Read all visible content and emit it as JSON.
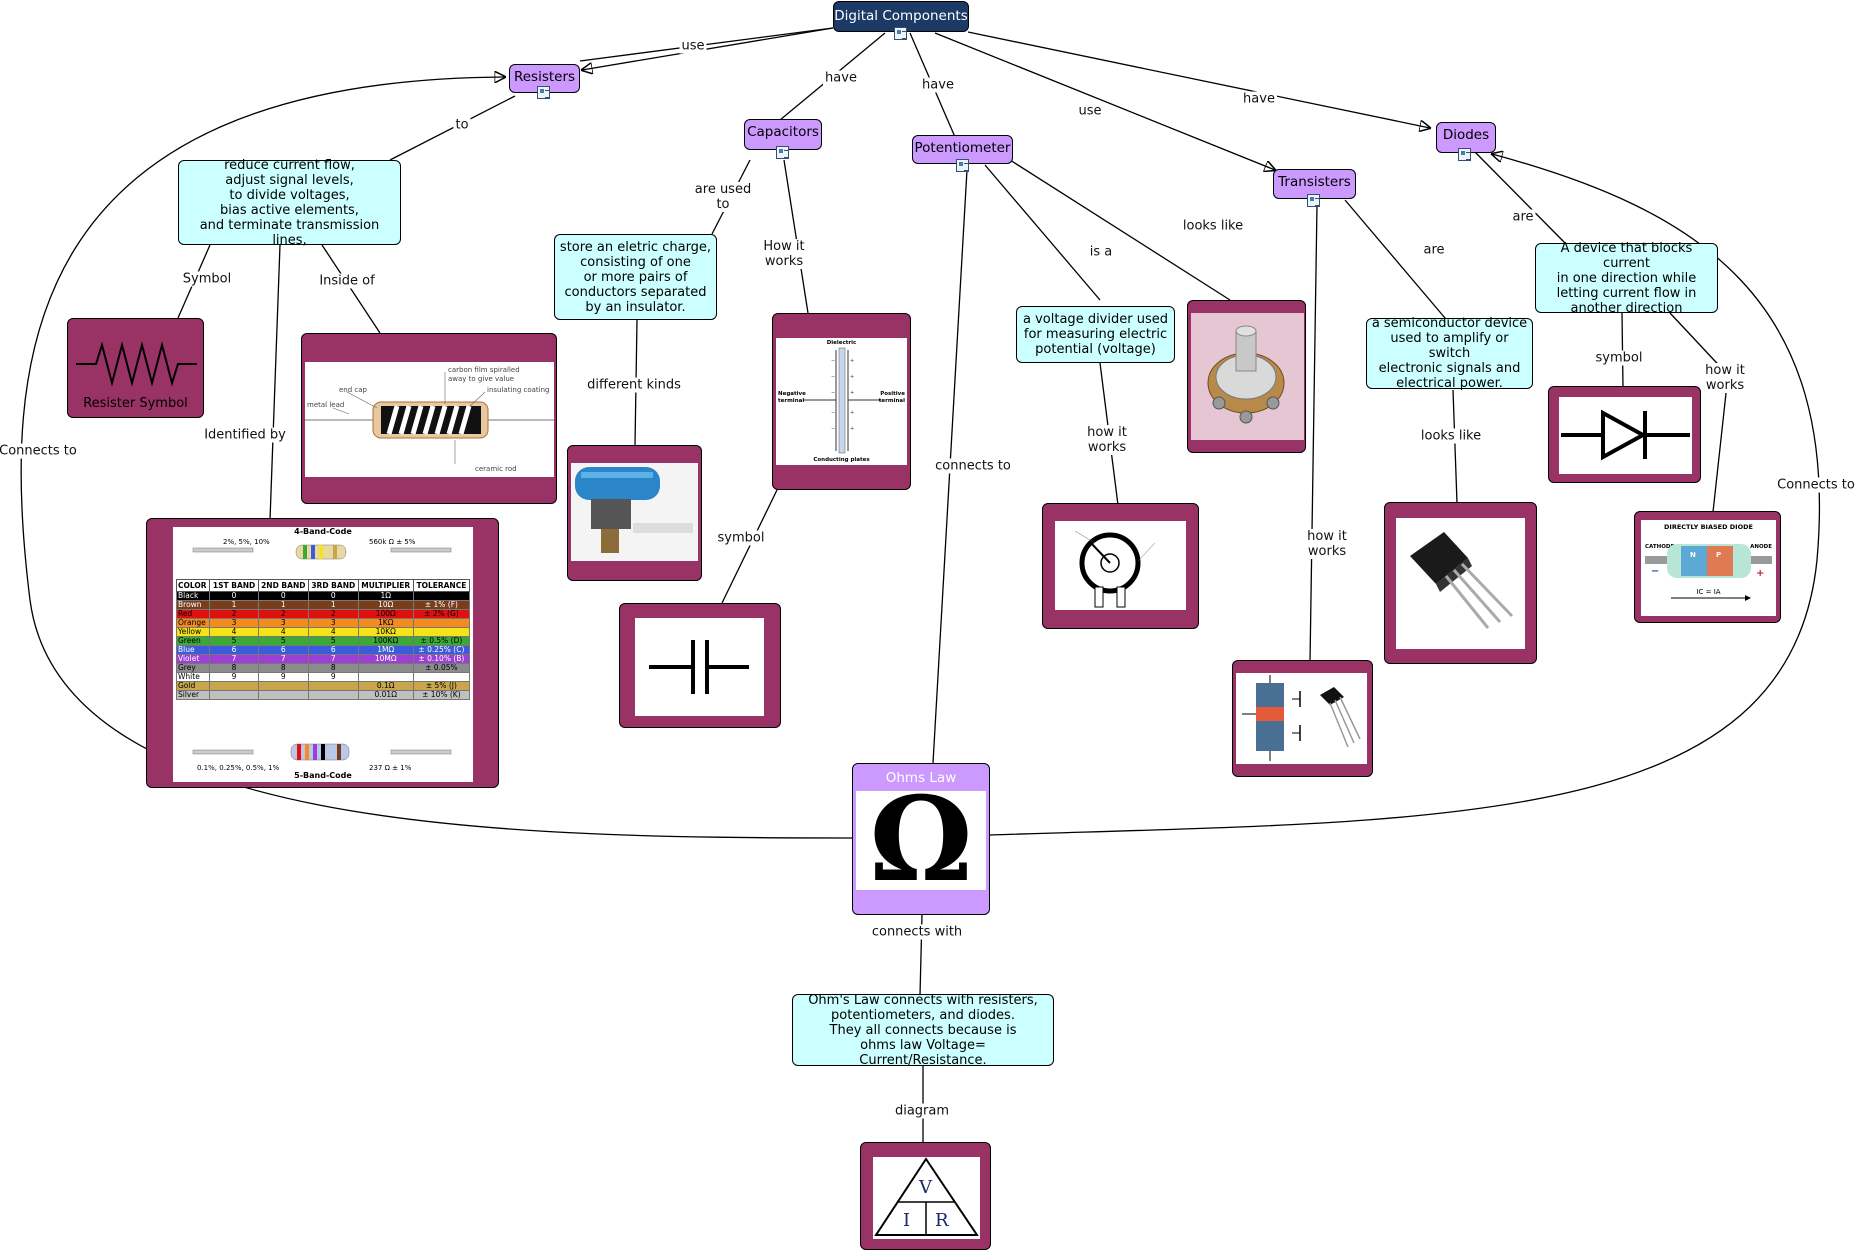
{
  "nodes": {
    "root": "Digital Components",
    "resisters": "Resisters",
    "capacitors": "Capacitors",
    "potentiometer": "Potentiometer",
    "transisters": "Transisters",
    "diodes": "Diodes",
    "ohms_law": "Ohms Law",
    "res_desc": "reduce current flow,\nadjust signal levels,\nto divide voltages,\nbias active elements,\nand terminate transmission lines,",
    "cap_desc": "store an eletric charge,\nconsisting of one\nor more pairs of\nconductors separated\nby an insulator.",
    "pot_desc": "a voltage divider used\nfor measuring electric\npotential (voltage)",
    "trans_desc": "a semiconductor device\nused to amplify or switch\nelectronic signals and\nelectrical power.",
    "diode_desc": "A device that blocks current\nin one direction while\nletting current flow in\nanother direction",
    "ohm_desc": "Ohm's Law connects with resisters,\npotentiometers, and diodes.\nThey all connects because is\nohms law Voltage= Current/Resistance.",
    "resister_symbol_caption": "Resister Symbol"
  },
  "links": {
    "use1": "use",
    "have1": "have",
    "have2": "have",
    "use2": "use",
    "have3": "have",
    "to": "to",
    "symbol_r": "Symbol",
    "inside_of": "Inside of",
    "identified_by": "Identified by",
    "connects_to_left": "Connects to",
    "are_used_to": "are used\nto",
    "how_it_works_cap": "How it\nworks",
    "different_kinds": "different kinds",
    "symbol_c": "symbol",
    "connects_to_pot": "connects to",
    "is_a": "is a",
    "looks_like_pot": "looks like",
    "how_it_works_pot": "how it\nworks",
    "are_t": "are",
    "looks_like_t": "looks like",
    "how_it_works_t": "how it\nworks",
    "are_d": "are",
    "symbol_d": "symbol",
    "how_it_works_d": "how it\nworks",
    "connects_to_right": "Connects to",
    "connects_with": "connects with",
    "diagram": "diagram"
  },
  "images": {
    "resistor_internal": {
      "end_cap": "end cap",
      "metal_lead": "metal lead",
      "carbon_film": "carbon film spiralled\naway to give value",
      "insulating": "insulating coating",
      "ceramic": "ceramic rod"
    },
    "color_code": {
      "top_title": "4-Band-Code",
      "bottom_title": "5-Band-Code",
      "top_left_note": "2%, 5%, 10%",
      "top_right_note": "560k Ω ± 5%",
      "bottom_left_note": "0.1%, 0.25%, 0.5%, 1%",
      "bottom_right_note": "237 Ω ± 1%",
      "headers": [
        "COLOR",
        "1ST BAND",
        "2ND BAND",
        "3RD BAND",
        "MULTIPLIER",
        "TOLERANCE"
      ],
      "rows": [
        [
          "Black",
          "0",
          "0",
          "0",
          "1Ω",
          ""
        ],
        [
          "Brown",
          "1",
          "1",
          "1",
          "10Ω",
          "± 1%   (F)"
        ],
        [
          "Red",
          "2",
          "2",
          "2",
          "100Ω",
          "± 2%   (G)"
        ],
        [
          "Orange",
          "3",
          "3",
          "3",
          "1KΩ",
          ""
        ],
        [
          "Yellow",
          "4",
          "4",
          "4",
          "10KΩ",
          ""
        ],
        [
          "Green",
          "5",
          "5",
          "5",
          "100KΩ",
          "± 0.5%  (D)"
        ],
        [
          "Blue",
          "6",
          "6",
          "6",
          "1MΩ",
          "± 0.25% (C)"
        ],
        [
          "Violet",
          "7",
          "7",
          "7",
          "10MΩ",
          "± 0.10% (B)"
        ],
        [
          "Grey",
          "8",
          "8",
          "8",
          "",
          "± 0.05%"
        ],
        [
          "White",
          "9",
          "9",
          "9",
          "",
          ""
        ],
        [
          "Gold",
          "",
          "",
          "",
          "0.1Ω",
          "± 5%   (J)"
        ],
        [
          "Silver",
          "",
          "",
          "",
          "0.01Ω",
          "± 10%  (K)"
        ]
      ],
      "row_colors": [
        "#000000",
        "#7a3d1b",
        "#e01010",
        "#f58a1f",
        "#f5e21a",
        "#3aaa35",
        "#3b5bd9",
        "#9b3fd6",
        "#8c8c8c",
        "#ffffff",
        "#c9a64b",
        "#c0c0c0"
      ]
    },
    "capacitor_field": {
      "top": "Dielectric",
      "left": "Negative\nterminal",
      "right": "Positive\nterminal",
      "bottom": "Conducting plates"
    },
    "biased_diode": {
      "title": "DIRECTLY BIASED DIODE",
      "cathode": "CATHODE",
      "anode": "ANODE",
      "n": "N",
      "p": "P",
      "formula": "IC = IA"
    },
    "vir": {
      "v": "V",
      "i": "I",
      "r": "R"
    },
    "ohm_symbol": "Ω"
  },
  "colors": {
    "concept": "#cc99ff",
    "root": "#1b3a66",
    "description": "#ccffff",
    "image_frame": "#993366"
  }
}
